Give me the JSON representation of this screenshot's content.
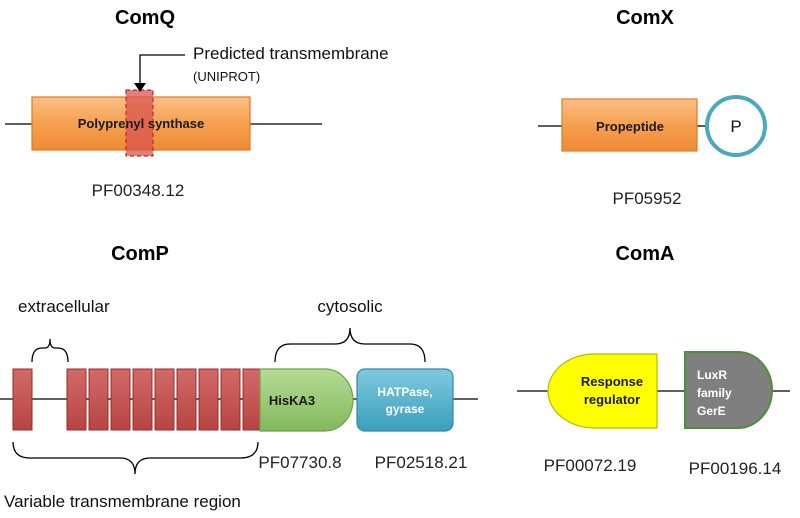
{
  "panels": {
    "comq": {
      "title": "ComQ",
      "domain_label": "Polyprenyl synthase",
      "annotation": "Predicted transmembrane",
      "annotation_source": "(UNIPROT)",
      "accession": "PF00348.12"
    },
    "comx": {
      "title": "ComX",
      "domain_label": "Propeptide",
      "circle_label": "P",
      "accession": "PF05952"
    },
    "comp": {
      "title": "ComP",
      "extracellular_label": "extracellular",
      "cytosolic_label": "cytosolic",
      "domain1_label": "HisKA3",
      "domain2_line1": "HATPase,",
      "domain2_line2": "gyrase",
      "accession1": "PF07730.8",
      "accession2": "PF02518.21",
      "region_label": "Variable transmembrane region"
    },
    "coma": {
      "title": "ComA",
      "domain1_line1": "Response",
      "domain1_line2": "regulator",
      "domain2_line1": "LuxR",
      "domain2_line2": "family",
      "domain2_line3": "GerE",
      "accession1": "PF00072.19",
      "accession2": "PF00196.14"
    }
  },
  "colors": {
    "orange_domain": "#f5a050",
    "tm_red": "#c94a4a",
    "tm_segment": "#c0504d",
    "p_circle": "#4aa8c0",
    "hiska3_green": "#8ec36a",
    "hatpase_blue": "#4bacc6",
    "response_yellow": "#ffff00",
    "luxr_gray": "#7f7f7f"
  }
}
